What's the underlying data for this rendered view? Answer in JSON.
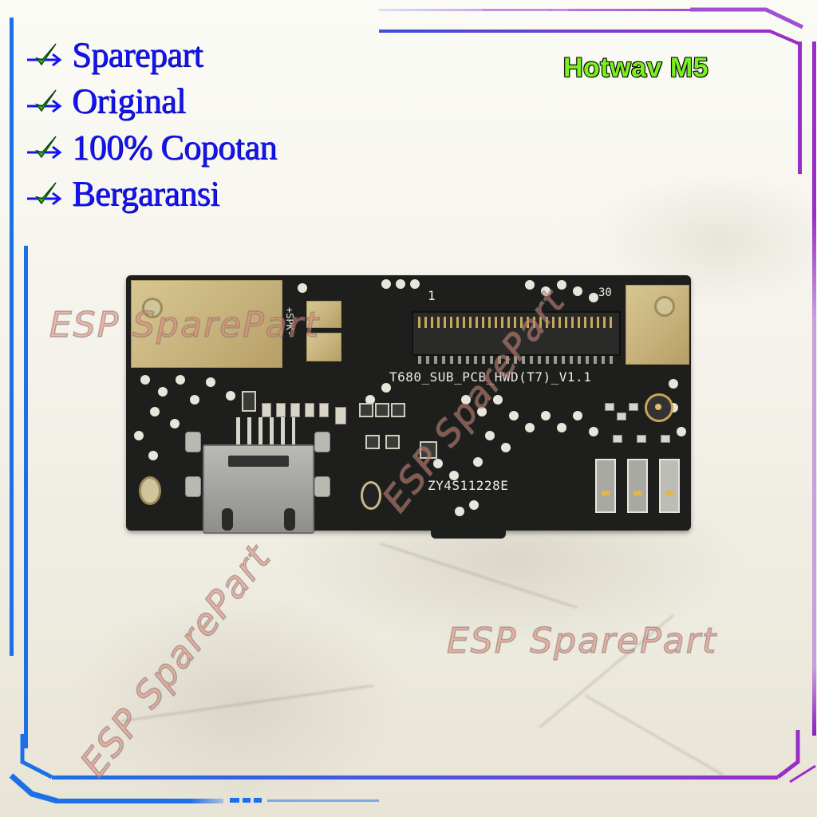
{
  "listing": {
    "title": "Hotwav M5",
    "features": [
      {
        "icon": "check-arrow-icon",
        "label": "Sparepart"
      },
      {
        "icon": "check-arrow-icon",
        "label": "Original"
      },
      {
        "icon": "check-arrow-icon",
        "label": "100% Copotan"
      },
      {
        "icon": "check-arrow-icon",
        "label": "Bergaransi"
      }
    ]
  },
  "product": {
    "pcb_label": "T680_SUB_PCB_HWD(T7)_V1.1",
    "serial": "ZY4S11228E",
    "connector_pin1": "1",
    "connector_pin_last": "30",
    "speaker_label": "+SPK-"
  },
  "watermark": {
    "text": "ESP SparePart"
  },
  "colors": {
    "feature_text": "#1414f0",
    "title_fill": "#7cf01e",
    "title_stroke": "#000000",
    "frame_blue": "#1b6fe8",
    "frame_purple": "#9a2ec8",
    "watermark": "#eb826e",
    "pcb": "#1e1f1d"
  }
}
